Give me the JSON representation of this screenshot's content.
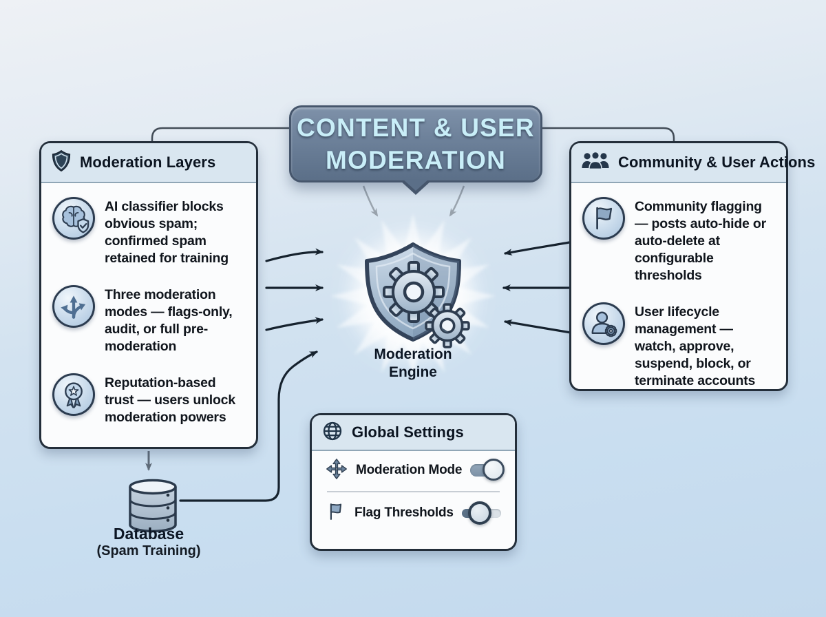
{
  "title": {
    "line1": "CONTENT & USER",
    "line2": "MODERATION"
  },
  "left_card": {
    "header": "Moderation Layers",
    "header_icon": "shield-icon",
    "items": [
      {
        "icon": "brain-shield-icon",
        "text": "AI classifier blocks obvious spam; confirmed spam retained for training"
      },
      {
        "icon": "branch-arrows-icon",
        "text": "Three moderation modes — flags-only, audit, or full pre-moderation"
      },
      {
        "icon": "medal-icon",
        "text": "Reputation-based trust — users unlock moderation powers"
      }
    ]
  },
  "right_card": {
    "header": "Community & User Actions",
    "header_icon": "users-icon",
    "items": [
      {
        "icon": "flag-icon",
        "text": "Community flagging — posts auto-hide or auto-delete at configurable thresholds"
      },
      {
        "icon": "user-gear-icon",
        "text": "User lifecycle management — watch, approve, suspend, block, or terminate accounts"
      }
    ]
  },
  "engine": {
    "icon": "shield-gears-icon",
    "line1": "Moderation",
    "line2": "Engine"
  },
  "settings_card": {
    "header": "Global Settings",
    "header_icon": "globe-icon",
    "rows": [
      {
        "icon": "four-way-arrows-icon",
        "label": "Moderation Mode",
        "control": "toggle",
        "state": "on"
      },
      {
        "icon": "flag-icon",
        "label": "Flag Thresholds",
        "control": "slider",
        "value_pct": 45
      }
    ]
  },
  "database": {
    "icon": "database-icon",
    "label": "Database",
    "sublabel": "(Spam Training)"
  },
  "colors": {
    "background_top": "#eef1f5",
    "background_bottom": "#c3d9ed",
    "banner_fill": "#697d96",
    "banner_border": "#46566c",
    "banner_text": "#c9eef8",
    "card_header_bg": "#d9e6f0",
    "card_body_bg": "#fbfcfd",
    "card_border": "#232e3a",
    "arrow_dark": "#16222e",
    "arrow_gray": "#98a2ac",
    "arrow_mid": "#5f6b79",
    "icon_navy": "#2c3c50",
    "icon_fill": "#a7c1dc",
    "accent_slate": "#51708f"
  }
}
